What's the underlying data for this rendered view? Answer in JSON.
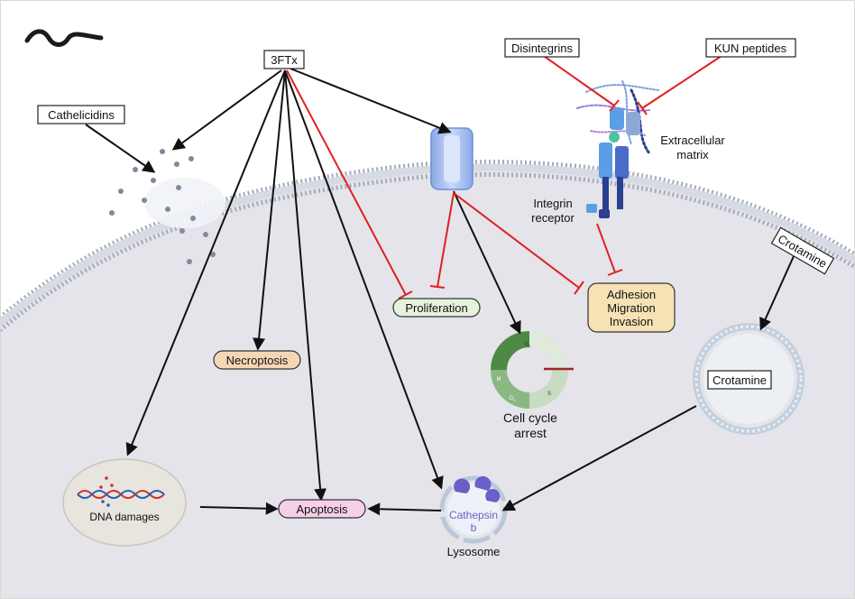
{
  "labels": {
    "tfx": "3FTx",
    "cathelicidins": "Cathelicidins",
    "disintegrins": "Disintegrins",
    "kun_peptides": "KUN peptides",
    "crotamine_outside": "Crotamine",
    "crotamine_inside": "Crotamine",
    "extracellular_1": "Extracellular",
    "extracellular_2": "matrix",
    "integrin_1": "Integrin",
    "integrin_2": "receptor",
    "proliferation": "Proliferation",
    "necroptosis": "Necroptosis",
    "adhesion": "Adhesion",
    "migration": "Migration",
    "invasion": "Invasion",
    "cell_cycle_1": "Cell cycle",
    "cell_cycle_2": "arrest",
    "dna_damages": "DNA damages",
    "apoptosis": "Apoptosis",
    "cathepsin_1": "Cathepsin",
    "cathepsin_2": "b",
    "lysosome": "Lysosome",
    "phase_g1": "G",
    "phase_g1_sub": "1",
    "phase_s": "S",
    "phase_g2": "G",
    "phase_g2_sub": "2",
    "phase_m": "M"
  },
  "colors": {
    "activation": "#111111",
    "inhibition": "#e02020",
    "cytoplasm": "#e4e4ea",
    "membrane": "#9aa3b2",
    "proliferation_fill": "#e6f3dc",
    "necroptosis_fill": "#f5d7b5",
    "apoptosis_fill": "#f6cfe8",
    "adhesion_fill": "#f6e2b5",
    "lysosome": "#b8c8dc",
    "cathepsin": "#6a5fc9"
  },
  "icons": [
    "snake-icon",
    "ion-channel-icon",
    "integrin-receptor-icon",
    "lysosome-icon",
    "dna-icon",
    "cell-cycle-icon"
  ]
}
